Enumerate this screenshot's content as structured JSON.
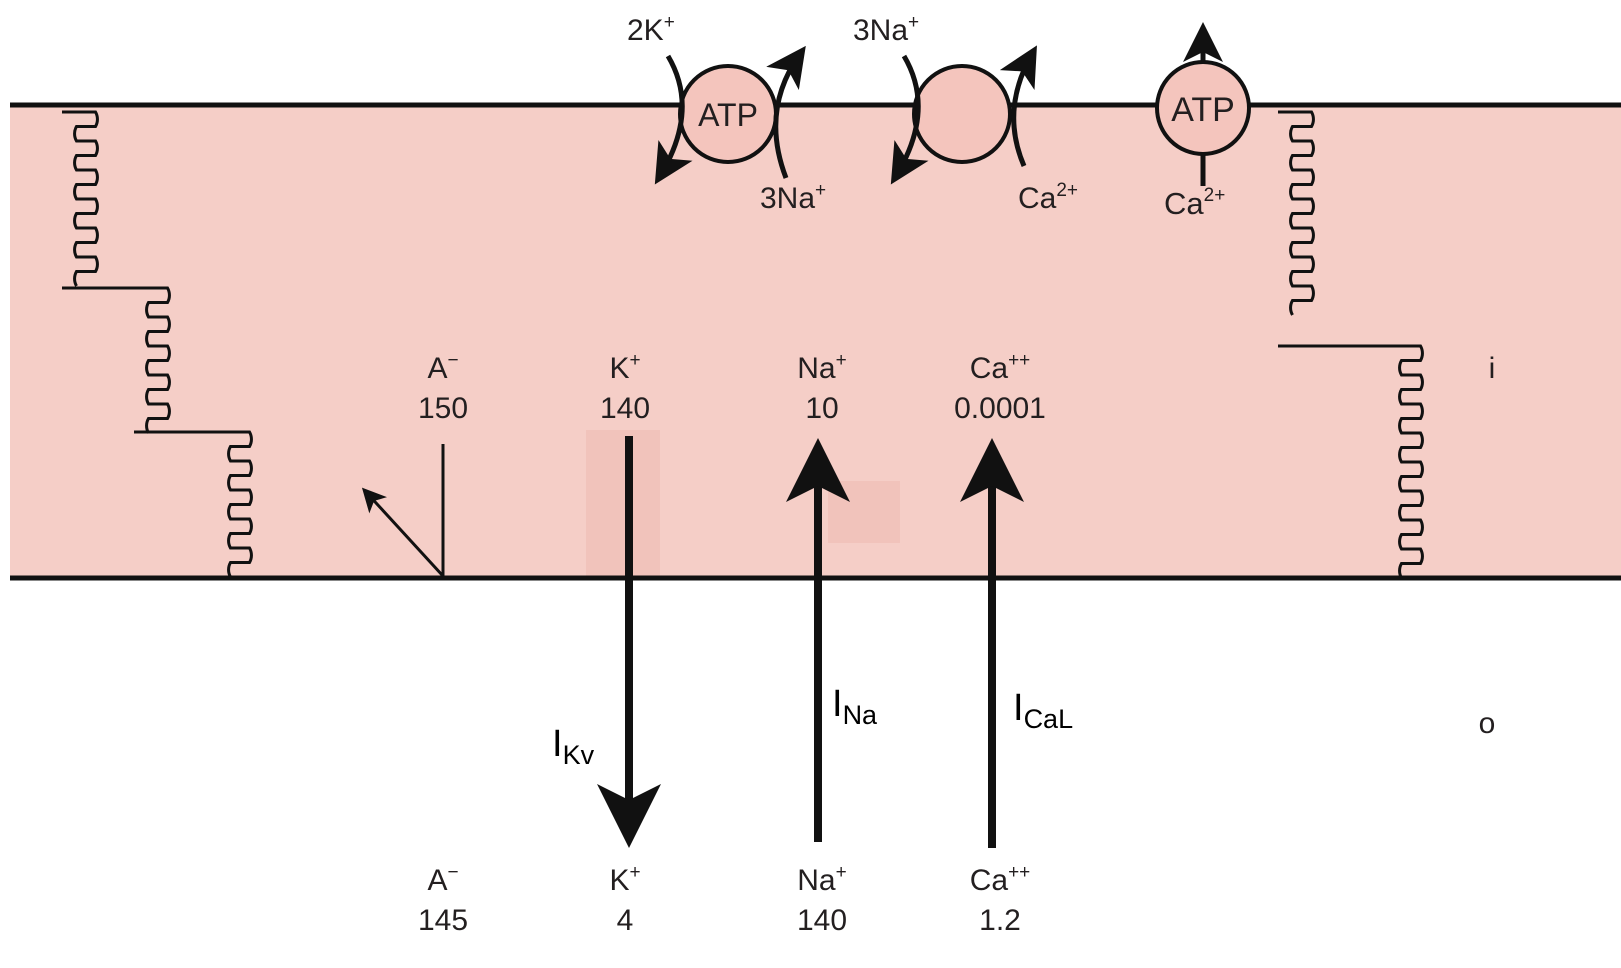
{
  "colors": {
    "cytoplasm": "#f5cec7",
    "line": "#111111",
    "pump_fill": "#f4c5bd"
  },
  "pumps": {
    "nak_atpase": {
      "label": "ATP",
      "top_ion": "2K",
      "top_charge": "+",
      "bottom_ion": "3Na",
      "bottom_charge": "+"
    },
    "ncx": {
      "top_ion": "3Na",
      "top_charge": "+",
      "bottom_ion": "Ca",
      "bottom_charge": "2+"
    },
    "ca_atpase": {
      "label": "ATP",
      "ion": "Ca",
      "charge": "2+"
    }
  },
  "compartments": {
    "inside": "i",
    "outside": "o"
  },
  "inside_ions": [
    {
      "name": "A",
      "charge": "−",
      "conc": "150"
    },
    {
      "name": "K",
      "charge": "+",
      "conc": "140"
    },
    {
      "name": "Na",
      "charge": "+",
      "conc": "10"
    },
    {
      "name": "Ca",
      "charge": "++",
      "conc": "0.0001"
    }
  ],
  "outside_ions": [
    {
      "name": "A",
      "charge": "−",
      "conc": "145"
    },
    {
      "name": "K",
      "charge": "+",
      "conc": "4"
    },
    {
      "name": "Na",
      "charge": "+",
      "conc": "140"
    },
    {
      "name": "Ca",
      "charge": "++",
      "conc": "1.2"
    }
  ],
  "currents": [
    {
      "main": "I",
      "sub": "Kv",
      "direction": "outward"
    },
    {
      "main": "I",
      "sub": "Na",
      "direction": "inward"
    },
    {
      "main": "I",
      "sub": "CaL",
      "direction": "inward"
    }
  ]
}
